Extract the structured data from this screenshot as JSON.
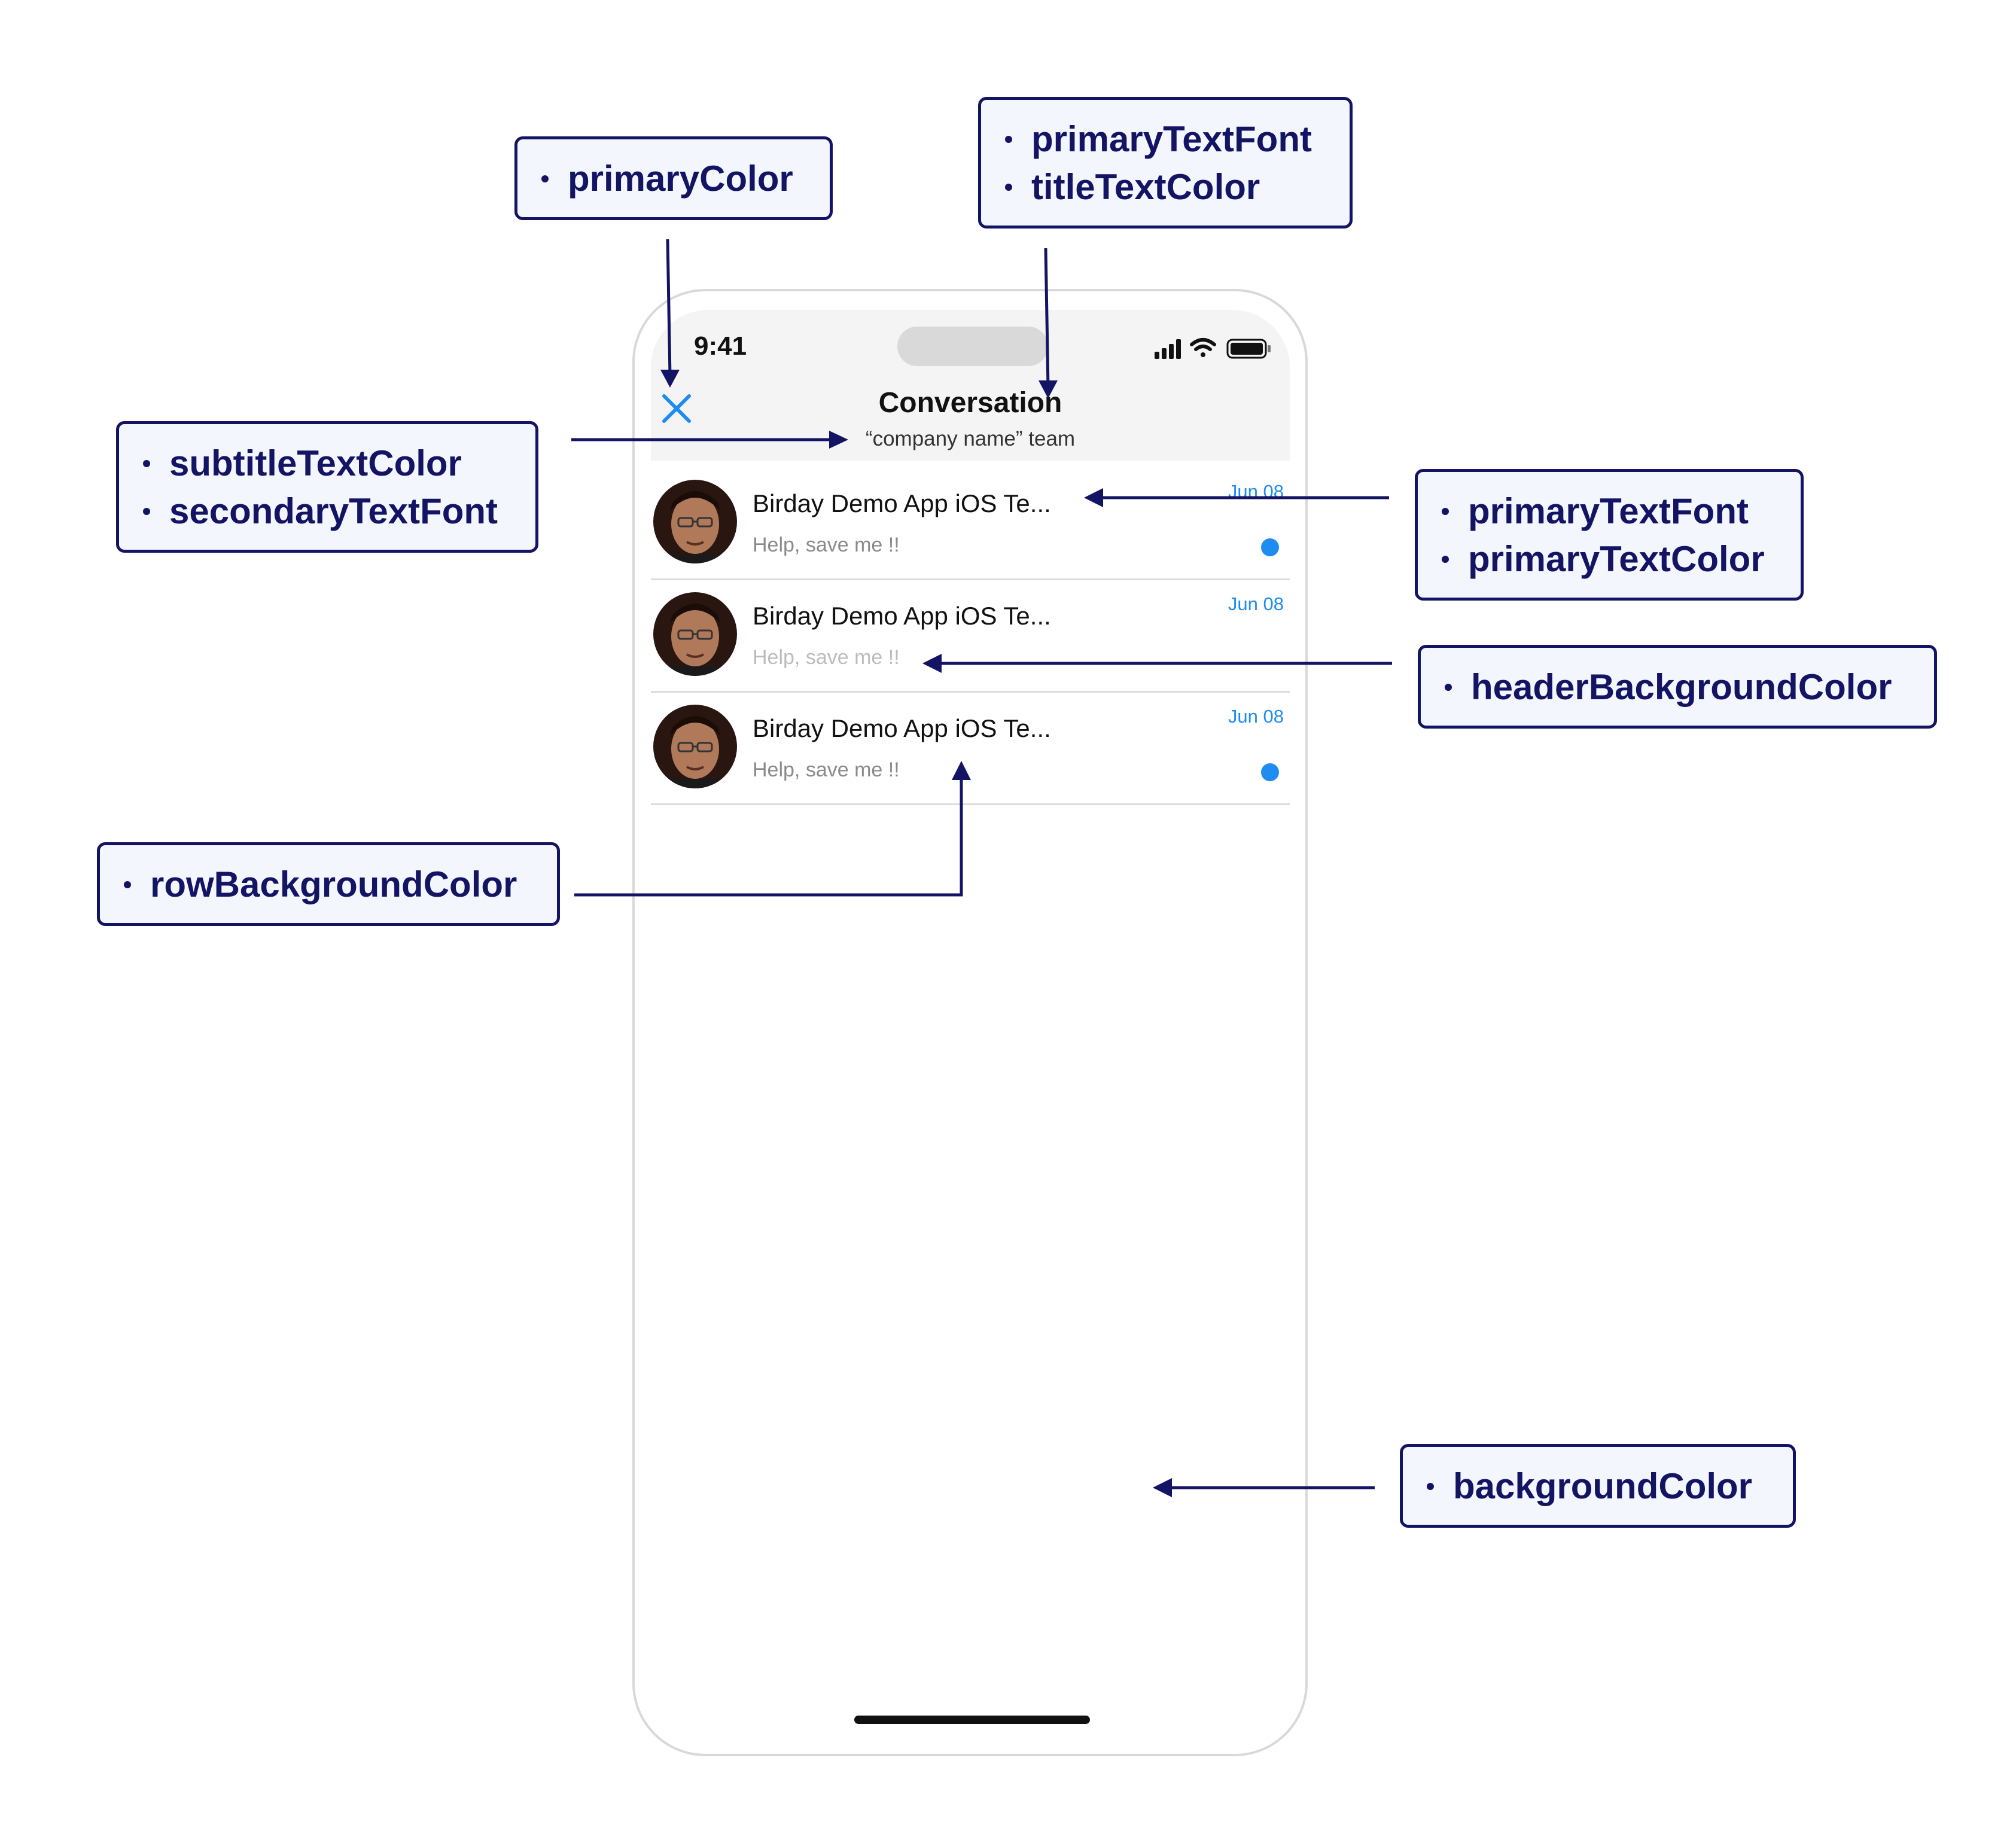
{
  "status_bar": {
    "time": "9:41"
  },
  "header": {
    "title": "Conversation",
    "subtitle": "“company name” team"
  },
  "conversations": [
    {
      "title": "Birday Demo App iOS Te...",
      "message": "Help, save me !!",
      "date": "Jun 08",
      "unread": true
    },
    {
      "title": "Birday Demo App iOS Te...",
      "message": "Help, save me !!",
      "date": "Jun 08",
      "unread": false
    },
    {
      "title": "Birday Demo App iOS Te...",
      "message": "Help, save me !!",
      "date": "Jun 08",
      "unread": true
    }
  ],
  "callouts": {
    "primary_color": [
      "primaryColor"
    ],
    "title": [
      "primaryTextFont",
      "titleTextColor"
    ],
    "subtitle": [
      "subtitleTextColor",
      "secondaryTextFont"
    ],
    "row_title": [
      "primaryTextFont",
      "primaryTextColor"
    ],
    "header_bg": [
      "headerBackgroundColor"
    ],
    "row_bg": [
      "rowBackgroundColor"
    ],
    "background": [
      "backgroundColor"
    ]
  },
  "colors": {
    "primary": "#1e8cf0",
    "callout_ink": "#141464",
    "header_background": "#f4f4f4",
    "background": "#ffffff"
  }
}
